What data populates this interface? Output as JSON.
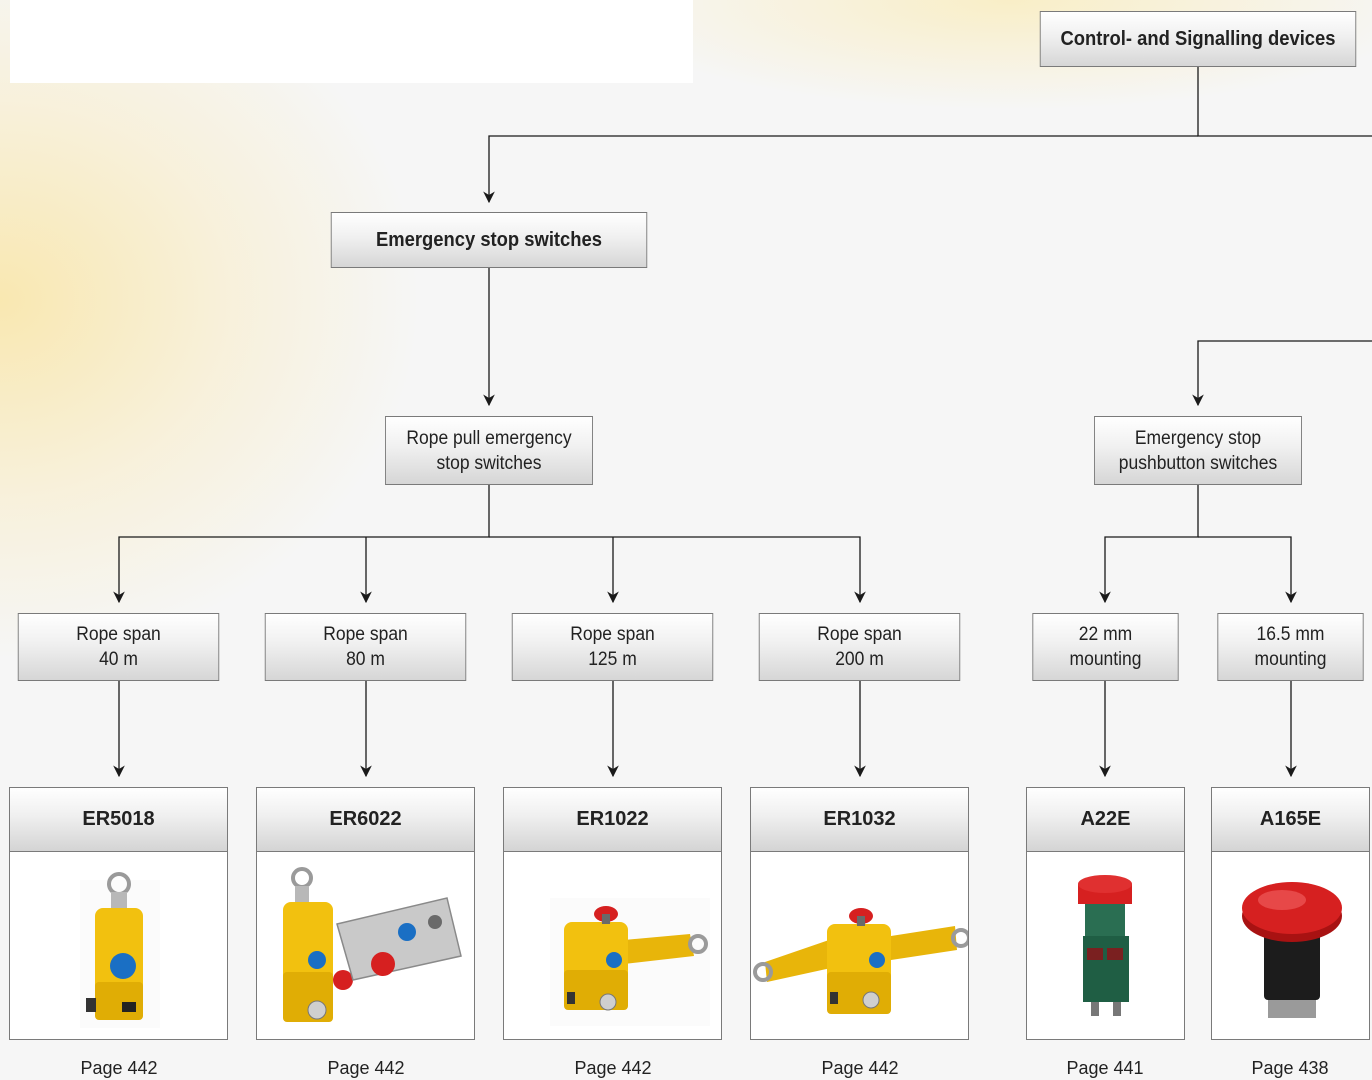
{
  "root": {
    "title": "Control- and Signalling devices"
  },
  "category": {
    "title": "Emergency stop switches"
  },
  "groups": [
    {
      "line1": "Rope pull emergency",
      "line2": "stop switches"
    },
    {
      "line1": "Emergency stop",
      "line2": "pushbutton switches"
    }
  ],
  "options": [
    {
      "line1": "Rope span",
      "line2": "40 m"
    },
    {
      "line1": "Rope span",
      "line2": "80 m"
    },
    {
      "line1": "Rope span",
      "line2": "125 m"
    },
    {
      "line1": "Rope span",
      "line2": "200 m"
    },
    {
      "line1": "22 mm",
      "line2": "mounting"
    },
    {
      "line1": "16.5 mm",
      "line2": "mounting"
    }
  ],
  "products": [
    {
      "name": "ER5018",
      "page": "Page 442"
    },
    {
      "name": "ER6022",
      "page": "Page 442"
    },
    {
      "name": "ER1022",
      "page": "Page 442"
    },
    {
      "name": "ER1032",
      "page": "Page 442"
    },
    {
      "name": "A22E",
      "page": "Page 441"
    },
    {
      "name": "A165E",
      "page": "Page 438"
    }
  ],
  "colors": {
    "switch_body_yellow": "#f2c10f",
    "stop_red": "#d62020",
    "reset_blue": "#1a6fc4",
    "connector_line": "#1a1a1a"
  }
}
